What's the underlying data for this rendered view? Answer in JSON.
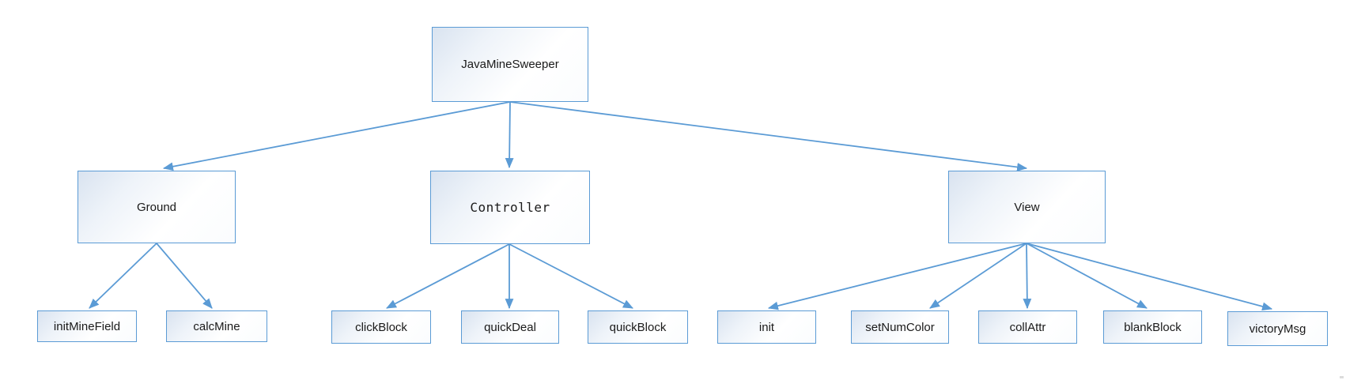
{
  "diagram": {
    "type": "tree",
    "root": {
      "label": "JavaMineSweeper"
    },
    "branches": [
      {
        "label": "Ground",
        "children": [
          "initMineField",
          "calcMine"
        ]
      },
      {
        "label": "Controller",
        "children": [
          "clickBlock",
          "quickDeal",
          "quickBlock"
        ]
      },
      {
        "label": "View",
        "children": [
          "init",
          "setNumColor",
          "collAttr",
          "blankBlock",
          "victoryMsg"
        ]
      }
    ],
    "colors": {
      "line": "#5b9bd5",
      "node_border": "#5b9bd5",
      "node_fill_top": "#d9e3f0",
      "node_fill_bottom": "#ffffff",
      "text": "#1a1a1a"
    }
  }
}
